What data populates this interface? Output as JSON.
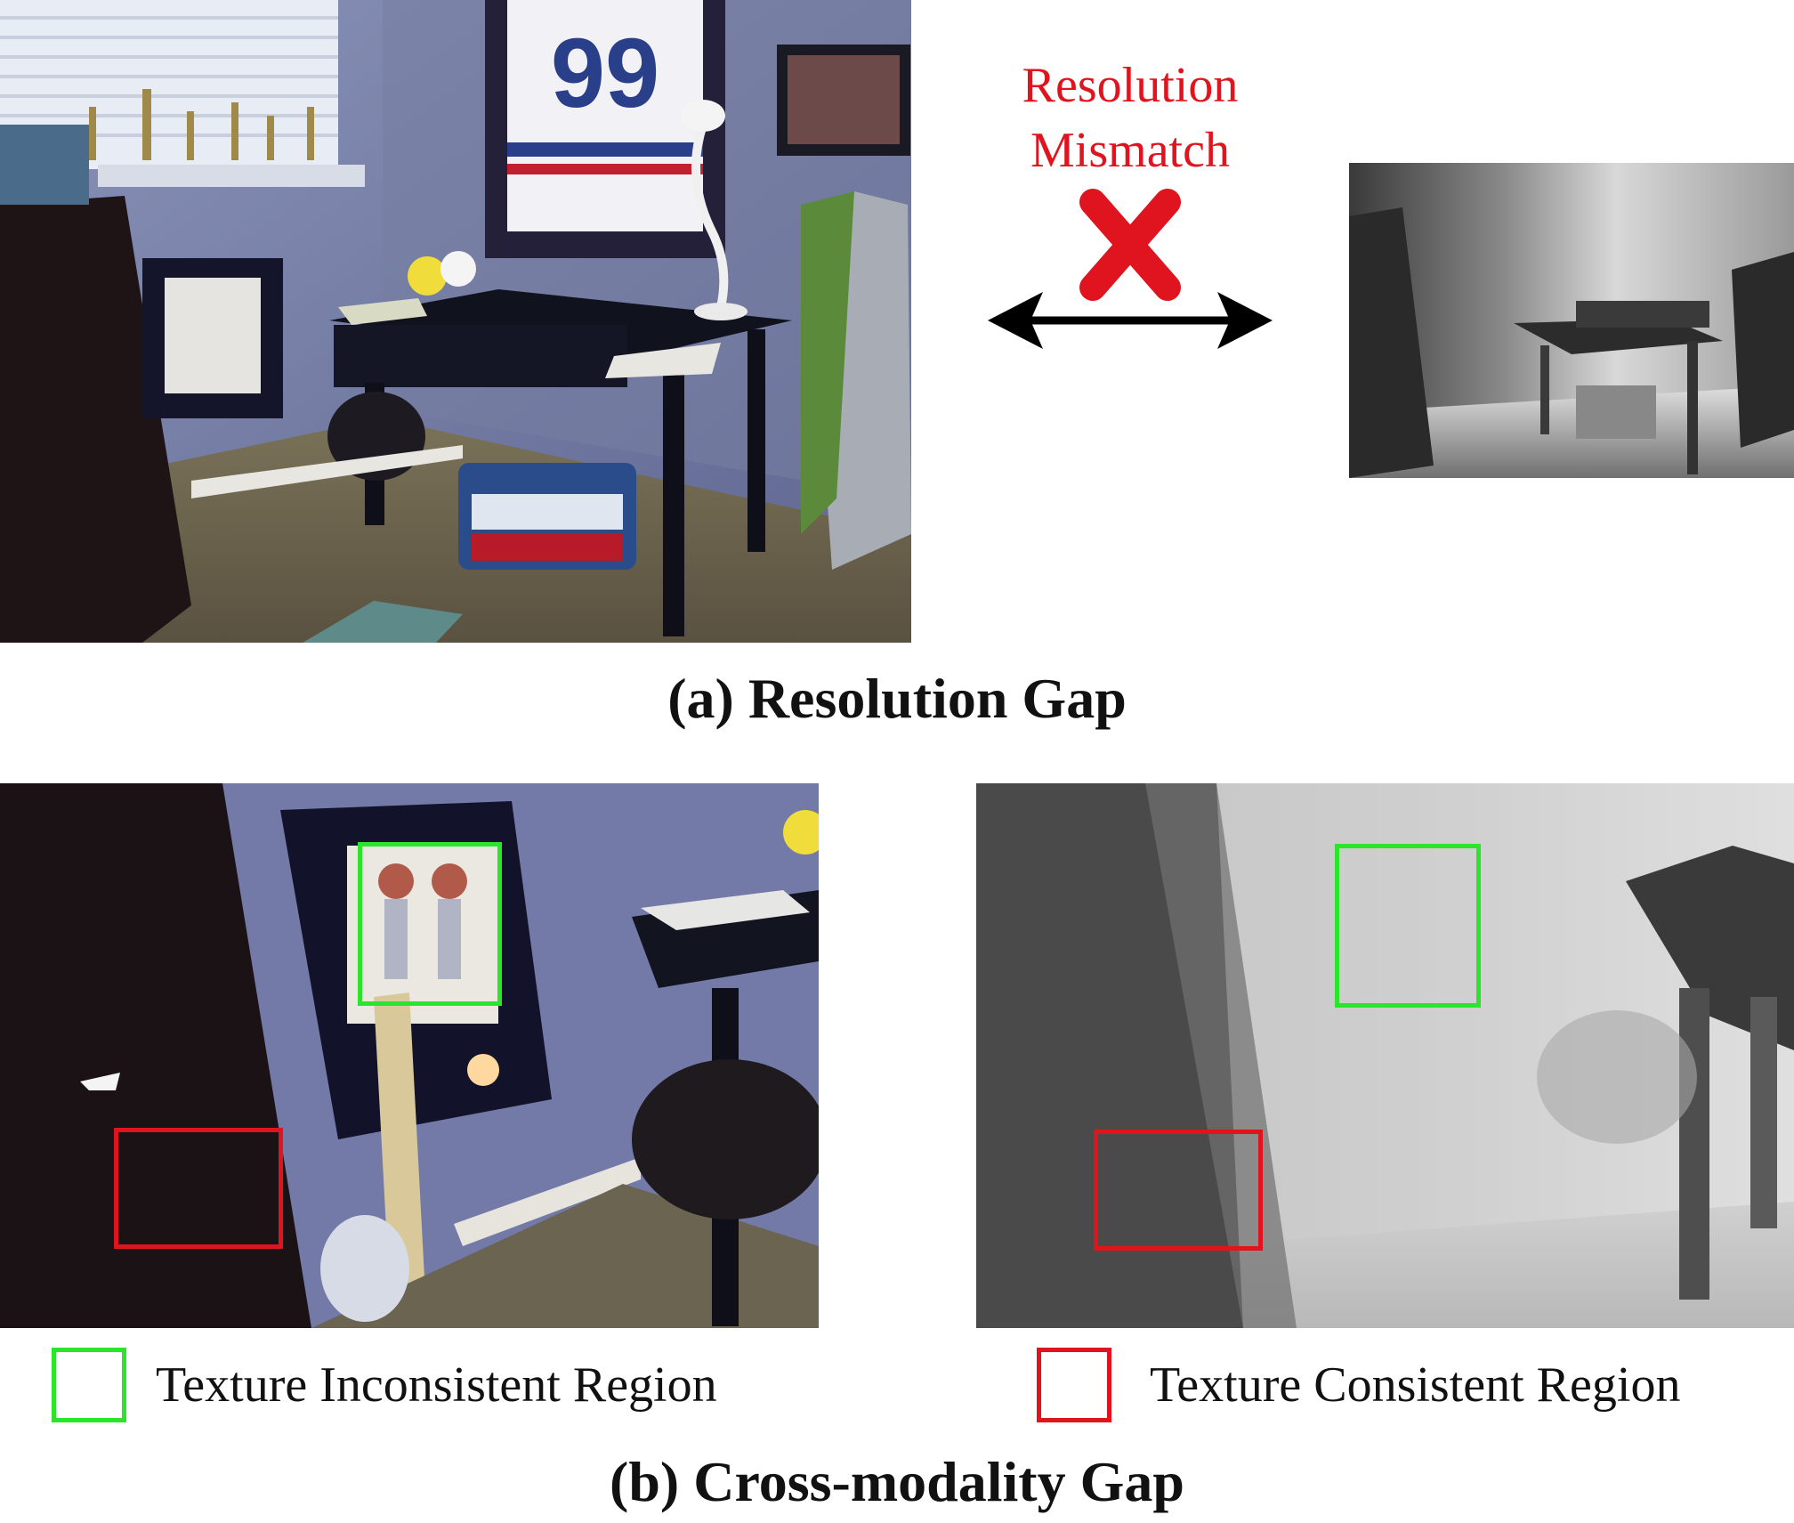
{
  "panel_a": {
    "mismatch_label_line1": "Resolution",
    "mismatch_label_line2": "Mismatch",
    "caption": "(a) Resolution Gap",
    "cross_color": "#e0141e",
    "arrow_color": "#000000"
  },
  "panel_b": {
    "caption": "(b) Cross-modality Gap",
    "legend": [
      {
        "label": "Texture Inconsistent Region",
        "color": "#2be52b"
      },
      {
        "label": "Texture Consistent Region",
        "color": "#e0141e"
      }
    ]
  },
  "images": {
    "rgb_main": "rgb-photo-of-bedroom-corner",
    "depth_main": "grayscale-depth-map",
    "rgb_zoom": "zoomed-rgb-bedroom-corner",
    "depth_zoom": "zoomed-grayscale-depth-map"
  }
}
